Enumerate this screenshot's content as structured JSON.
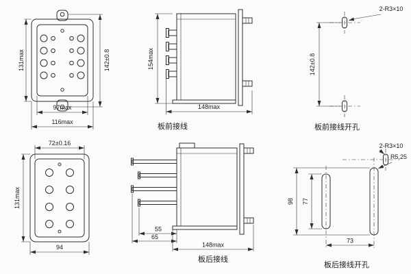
{
  "figures": {
    "front_view": {
      "dim_height": "131max",
      "dim_hole_pitch": "142±0.8",
      "dim_width_inner": "97max",
      "dim_width_outer": "116max"
    },
    "side_view_front_wiring": {
      "dim_height": "154max",
      "dim_depth": "148max",
      "caption": "板前接线"
    },
    "panel_cutout_front_wiring": {
      "callout_slots": "2-R3×10",
      "dim_hole_pitch": "142±0.8",
      "caption": "板前接线开孔"
    },
    "rear_view": {
      "dim_width_top": "72±0.16",
      "dim_height": "131max",
      "dim_width_bottom": "94"
    },
    "side_view_rear_wiring": {
      "dim_pin_short": "55",
      "dim_pin_long": "65",
      "dim_depth": "148max",
      "caption": "板后接线"
    },
    "panel_cutout_rear_wiring": {
      "callout_slots": "2-R3×10",
      "callout_radius": "R5.25",
      "dim_cutout_outer": "98",
      "dim_cutout_inner": "77",
      "dim_cutout_pitch": "73",
      "caption": "板后接线开孔"
    }
  }
}
